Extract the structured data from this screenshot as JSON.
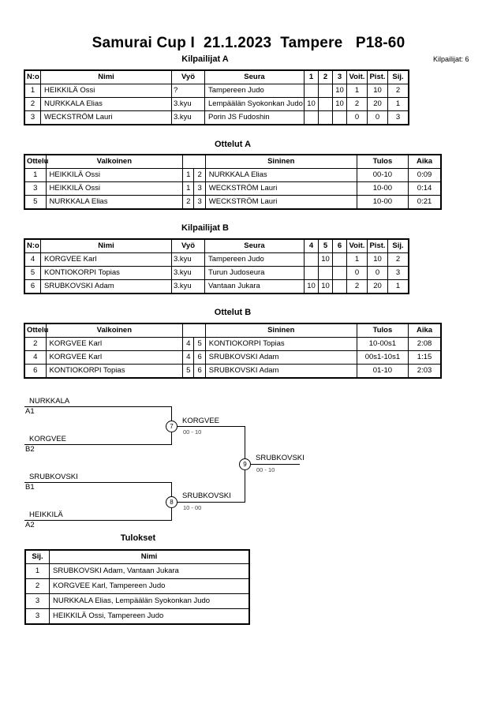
{
  "title": "Samurai Cup I  21.1.2023  Tampere   P18-60",
  "competitor_count": "Kilpailijat: 6",
  "pool_a": {
    "heading": "Kilpailijat A",
    "headers": [
      "N:o",
      "Nimi",
      "Vyö",
      "Seura",
      "1",
      "2",
      "3",
      "Voit.",
      "Pist.",
      "Sij."
    ],
    "rows": [
      {
        "no": "1",
        "name": "HEIKKILÄ Ossi",
        "belt": "?",
        "club": "Tampereen Judo",
        "r1": "",
        "r2": "",
        "r3": "10",
        "wins": "1",
        "points": "10",
        "place": "2"
      },
      {
        "no": "2",
        "name": "NURKKALA Elias",
        "belt": "3.kyu",
        "club": "Lempäälän Syokonkan Judo",
        "r1": "10",
        "r2": "",
        "r3": "10",
        "wins": "2",
        "points": "20",
        "place": "1"
      },
      {
        "no": "3",
        "name": "WECKSTRÖM Lauri",
        "belt": "3.kyu",
        "club": "Porin JS Fudoshin",
        "r1": "",
        "r2": "",
        "r3": "",
        "wins": "0",
        "points": "0",
        "place": "3"
      }
    ]
  },
  "matches_a": {
    "heading": "Ottelut A",
    "headers": [
      "Ottelu",
      "Valkoinen",
      "Sininen",
      "Tulos",
      "Aika"
    ],
    "rows": [
      {
        "match": "1",
        "white": "HEIKKILÄ Ossi",
        "wn": "1",
        "bn": "2",
        "blue": "NURKKALA Elias",
        "result": "00-10",
        "time": "0:09"
      },
      {
        "match": "3",
        "white": "HEIKKILÄ Ossi",
        "wn": "1",
        "bn": "3",
        "blue": "WECKSTRÖM Lauri",
        "result": "10-00",
        "time": "0:14"
      },
      {
        "match": "5",
        "white": "NURKKALA Elias",
        "wn": "2",
        "bn": "3",
        "blue": "WECKSTRÖM Lauri",
        "result": "10-00",
        "time": "0:21"
      }
    ]
  },
  "pool_b": {
    "heading": "Kilpailijat B",
    "headers": [
      "N:o",
      "Nimi",
      "Vyö",
      "Seura",
      "4",
      "5",
      "6",
      "Voit.",
      "Pist.",
      "Sij."
    ],
    "rows": [
      {
        "no": "4",
        "name": "KORGVEE Karl",
        "belt": "3.kyu",
        "club": "Tampereen Judo",
        "r1": "",
        "r2": "10",
        "r3": "",
        "wins": "1",
        "points": "10",
        "place": "2"
      },
      {
        "no": "5",
        "name": "KONTIOKORPI Topias",
        "belt": "3.kyu",
        "club": "Turun Judoseura",
        "r1": "",
        "r2": "",
        "r3": "",
        "wins": "0",
        "points": "0",
        "place": "3"
      },
      {
        "no": "6",
        "name": "SRUBKOVSKI Adam",
        "belt": "3.kyu",
        "club": "Vantaan Jukara",
        "r1": "10",
        "r2": "10",
        "r3": "",
        "wins": "2",
        "points": "20",
        "place": "1"
      }
    ]
  },
  "matches_b": {
    "heading": "Ottelut B",
    "headers": [
      "Ottelu",
      "Valkoinen",
      "Sininen",
      "Tulos",
      "Aika"
    ],
    "rows": [
      {
        "match": "2",
        "white": "KORGVEE Karl",
        "wn": "4",
        "bn": "5",
        "blue": "KONTIOKORPI Topias",
        "result": "10-00s1",
        "time": "2:08"
      },
      {
        "match": "4",
        "white": "KORGVEE Karl",
        "wn": "4",
        "bn": "6",
        "blue": "SRUBKOVSKI Adam",
        "result": "00s1-10s1",
        "time": "1:15"
      },
      {
        "match": "6",
        "white": "KONTIOKORPI Topias",
        "wn": "5",
        "bn": "6",
        "blue": "SRUBKOVSKI Adam",
        "result": "01-10",
        "time": "2:03"
      }
    ]
  },
  "bracket": {
    "semi1_top": {
      "name": "NURKKALA",
      "slot": "A1"
    },
    "semi1_bottom": {
      "name": "KORGVEE",
      "slot": "B2"
    },
    "semi2_top": {
      "name": "SRUBKOVSKI",
      "slot": "B1"
    },
    "semi2_bottom": {
      "name": "HEIKKILÄ",
      "slot": "A2"
    },
    "semi1_winner": {
      "name": "KORGVEE",
      "score": "00 - 10",
      "match": "7"
    },
    "semi2_winner": {
      "name": "SRUBKOVSKI",
      "score": "10 - 00",
      "match": "8"
    },
    "final_winner": {
      "name": "SRUBKOVSKI",
      "score": "00 - 10",
      "match": "9"
    }
  },
  "results": {
    "heading": "Tulokset",
    "headers": [
      "Sij.",
      "Nimi"
    ],
    "rows": [
      {
        "place": "1",
        "name": "SRUBKOVSKI Adam, Vantaan Jukara"
      },
      {
        "place": "2",
        "name": "KORGVEE Karl, Tampereen Judo"
      },
      {
        "place": "3",
        "name": "NURKKALA Elias, Lempäälän Syokonkan Judo"
      },
      {
        "place": "3",
        "name": "HEIKKILÄ Ossi, Tampereen Judo"
      }
    ]
  }
}
